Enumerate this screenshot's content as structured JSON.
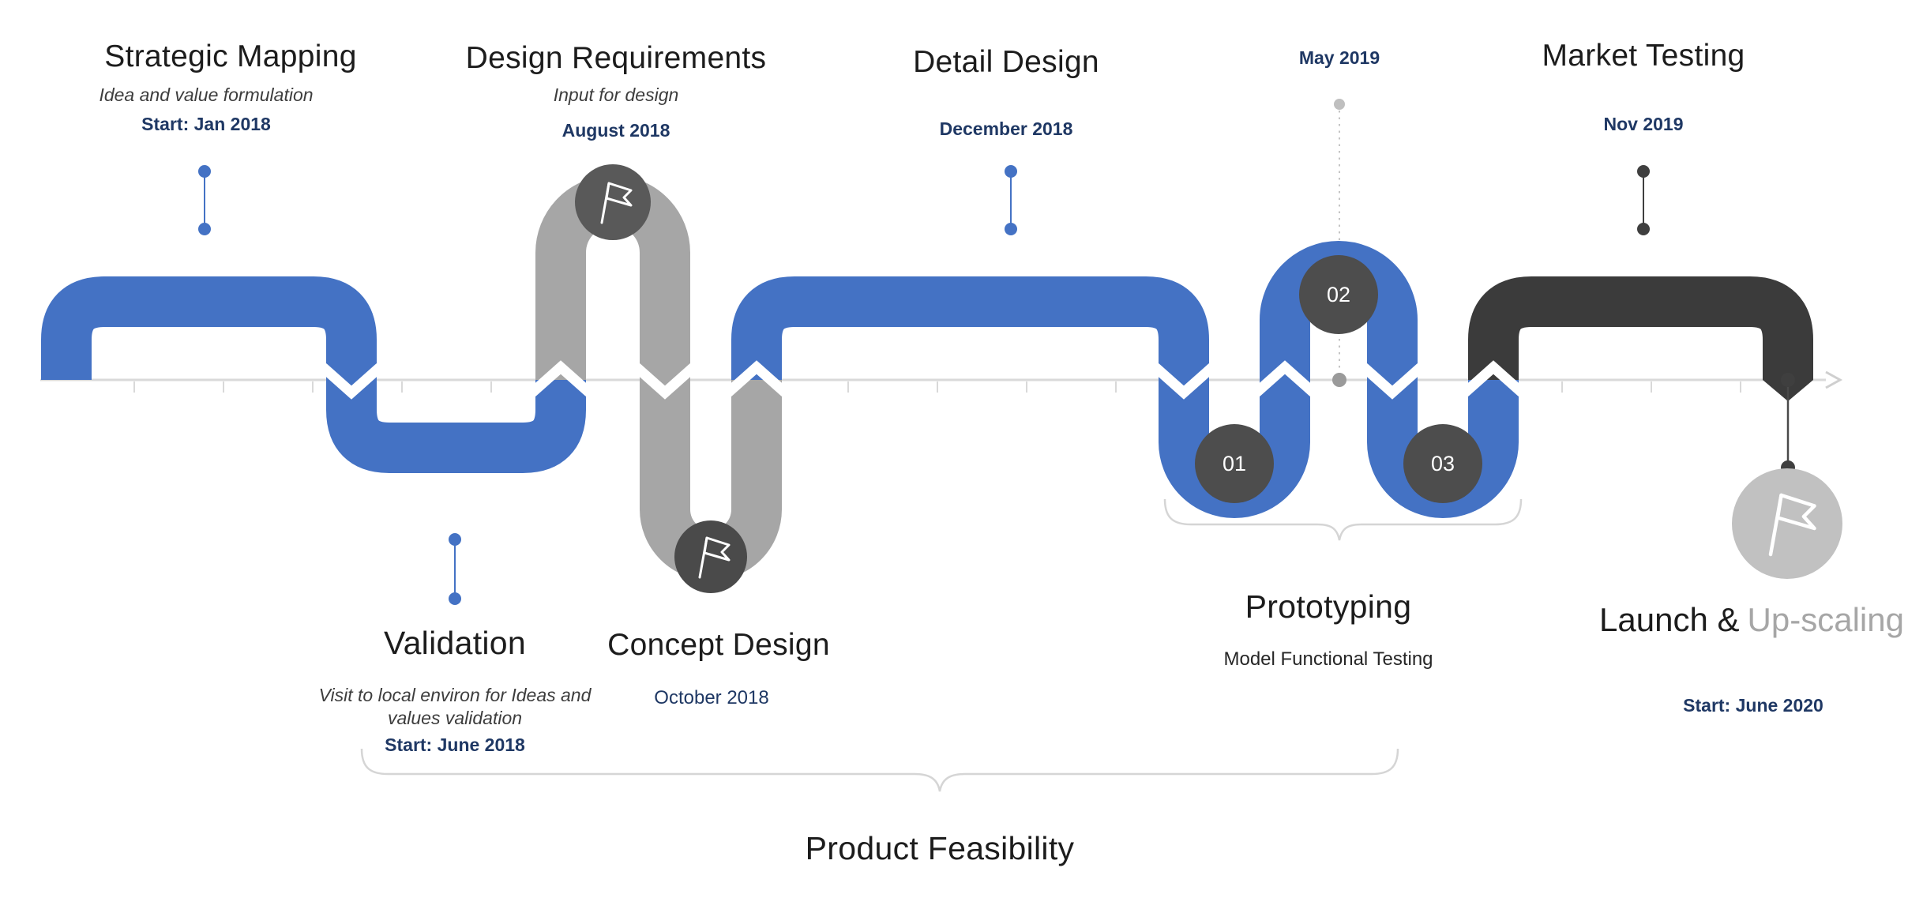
{
  "diagram": {
    "type": "product-development-timeline",
    "colors": {
      "blue": "#4472C4",
      "gray": "#A6A6A6",
      "dark": "#3B3B3B",
      "navy": "#1F3864",
      "axis": "#D9D9D9"
    },
    "phases": {
      "strategic_mapping": {
        "title": "Strategic Mapping",
        "subtitle": "Idea and value formulation",
        "date": "Start: Jan 2018"
      },
      "validation": {
        "title": "Validation",
        "subtitle": "Visit to local environ for Ideas and values validation",
        "date": "Start: June 2018"
      },
      "design_requirements": {
        "title": "Design Requirements",
        "subtitle": "Input for design",
        "date": "August  2018"
      },
      "concept_design": {
        "title": "Concept Design",
        "date": "October 2018"
      },
      "detail_design": {
        "title": "Detail Design",
        "date": "December  2018"
      },
      "prototyping": {
        "title": "Prototyping",
        "subtitle": "Model Functional Testing",
        "milestone_date": "May 2019",
        "steps": [
          "01",
          "02",
          "03"
        ]
      },
      "market_testing": {
        "title": "Market Testing",
        "date": "Nov 2019"
      },
      "launch": {
        "title_main": "Launch &",
        "title_accent": "Up-scaling",
        "date": "Start: June 2020"
      },
      "product_feasibility": {
        "label": "Product Feasibility"
      }
    }
  }
}
